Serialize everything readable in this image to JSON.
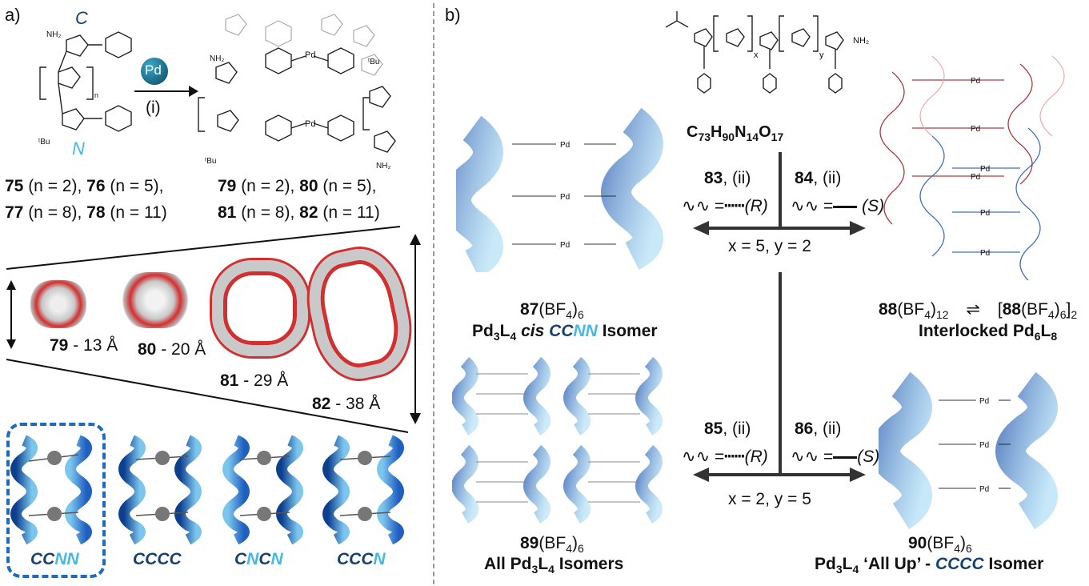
{
  "panel_a": {
    "label": "a)",
    "c_label": "C",
    "n_label": "N",
    "pd_badge": "Pd",
    "reagent": "(i)",
    "ligands_line1": [
      {
        "num": "75",
        "text": " (n = 2), "
      },
      {
        "num": "76",
        "text": " (n = 5),"
      }
    ],
    "ligands_line2": [
      {
        "num": "77",
        "text": " (n = 8), "
      },
      {
        "num": "78",
        "text": " (n = 11)"
      }
    ],
    "cages_line1": [
      {
        "num": "79",
        "text": " (n = 2), "
      },
      {
        "num": "80",
        "text": " (n = 5),"
      }
    ],
    "cages_line2": [
      {
        "num": "81",
        "text": " (n = 8), "
      },
      {
        "num": "82",
        "text": " (n = 11)"
      }
    ],
    "sizes": [
      {
        "num": "79",
        "text": " - 13 Å"
      },
      {
        "num": "80",
        "text": " - 20 Å"
      },
      {
        "num": "81",
        "text": " - 29 Å"
      },
      {
        "num": "82",
        "text": " - 38 Å"
      }
    ],
    "isomers": [
      {
        "parts": [
          {
            "t": "CC",
            "c": "#17406e"
          },
          {
            "t": "NN",
            "c": "#46b8e8"
          }
        ]
      },
      {
        "parts": [
          {
            "t": "CCCC",
            "c": "#17406e"
          }
        ]
      },
      {
        "parts": [
          {
            "t": "C",
            "c": "#17406e"
          },
          {
            "t": "N",
            "c": "#46b8e8"
          },
          {
            "t": "C",
            "c": "#17406e"
          },
          {
            "t": "N",
            "c": "#46b8e8"
          }
        ]
      },
      {
        "parts": [
          {
            "t": "CCC",
            "c": "#17406e"
          },
          {
            "t": "N",
            "c": "#46b8e8"
          }
        ]
      }
    ]
  },
  "panel_b": {
    "label": "b)",
    "formula": {
      "C": "C",
      "c_sub": "73",
      "H": "H",
      "h_sub": "90",
      "N": "N",
      "n_sub": "14",
      "O": "O",
      "o_sub": "17"
    },
    "struct_x": "x",
    "struct_y": "y",
    "struct_nh2": "NH₂",
    "r83": {
      "num": "83",
      "cond": ", (ii)",
      "config": "(R)"
    },
    "r84": {
      "num": "84",
      "cond": ", (ii)",
      "config": "(S)"
    },
    "r85": {
      "num": "85",
      "cond": ", (ii)",
      "config": "(R)"
    },
    "r86": {
      "num": "86",
      "cond": ", (ii)",
      "config": "(S)"
    },
    "xy_top": "x = 5, y = 2",
    "xy_bottom": "x = 2, y = 5",
    "c87": {
      "num": "87",
      "salt": "(BF",
      "sub": "4",
      "close": ")",
      "charge": "6"
    },
    "c87_desc": {
      "a": "Pd",
      "a_sub": "3",
      "b": "L",
      "b_sub": "4",
      "cis": "cis",
      "iso1": "CC",
      "iso2": "NN",
      "tail": "Isomer"
    },
    "c88": {
      "num": "88",
      "salt": "(BF",
      "sub": "4",
      "close": ")",
      "charge": "12",
      "arrows": "⇌",
      "dimer_open": "[",
      "dimer_num": "88",
      "dimer_salt": "(BF",
      "dimer_sub": "4",
      "dimer_close": ")",
      "dimer_charge": "6",
      "dimer_end": "]",
      "dimer_n": "2"
    },
    "c88_desc": {
      "a": "Interlocked Pd",
      "a_sub": "6",
      "b": "L",
      "b_sub": "8"
    },
    "c89": {
      "num": "89",
      "salt": "(BF",
      "sub": "4",
      "close": ")",
      "charge": "6"
    },
    "c89_desc": {
      "a": "All Pd",
      "a_sub": "3",
      "b": "L",
      "b_sub": "4",
      "tail": "Isomers"
    },
    "c90": {
      "num": "90",
      "salt": "(BF",
      "sub": "4",
      "close": ")",
      "charge": "6"
    },
    "c90_desc": {
      "a": "Pd",
      "a_sub": "3",
      "b": "L",
      "b_sub": "4",
      "mid": "‘All Up’ -",
      "iso": "CCCC",
      "tail": "Isomer"
    }
  },
  "colors": {
    "dark_blue": "#17406e",
    "light_blue": "#46b8e8",
    "mid_blue": "#2f73c6",
    "red_structure": "#a4242a",
    "blue_structure": "#2e62b4",
    "divider": "#9a9a9a"
  }
}
